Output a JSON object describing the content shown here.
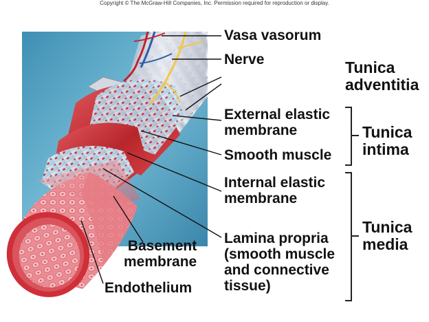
{
  "copyright": "Copyright © The McGraw-Hill Companies, Inc. Permission required for reproduction or display.",
  "labels": {
    "vasa_vasorum": "Vasa vasorum",
    "nerve": "Nerve",
    "tunica_adventitia": [
      "Tunica",
      "adventitia"
    ],
    "external_elastic_membrane": [
      "External elastic",
      "membrane"
    ],
    "smooth_muscle": "Smooth muscle",
    "tunica_intima": [
      "Tunica",
      "intima"
    ],
    "internal_elastic_membrane": [
      "Internal elastic",
      "membrane"
    ],
    "lamina_propria": [
      "Lamina propria",
      "(smooth muscle",
      "and connective",
      "tissue)"
    ],
    "tunica_media": [
      "Tunica",
      "media"
    ],
    "basement_membrane": [
      "Basement",
      "membrane"
    ],
    "endothelium": "Endothelium"
  },
  "colors": {
    "background_panel": "#5fa9c6",
    "adventitia": "#d9dde6",
    "muscle_red": "#c8343a",
    "elastic_blue": "#bcd8ea",
    "endothelium_pink": "#e57b84",
    "nerve_yellow": "#f1c84a",
    "vessel_red": "#c0232c",
    "vessel_blue": "#2f5fa8"
  }
}
